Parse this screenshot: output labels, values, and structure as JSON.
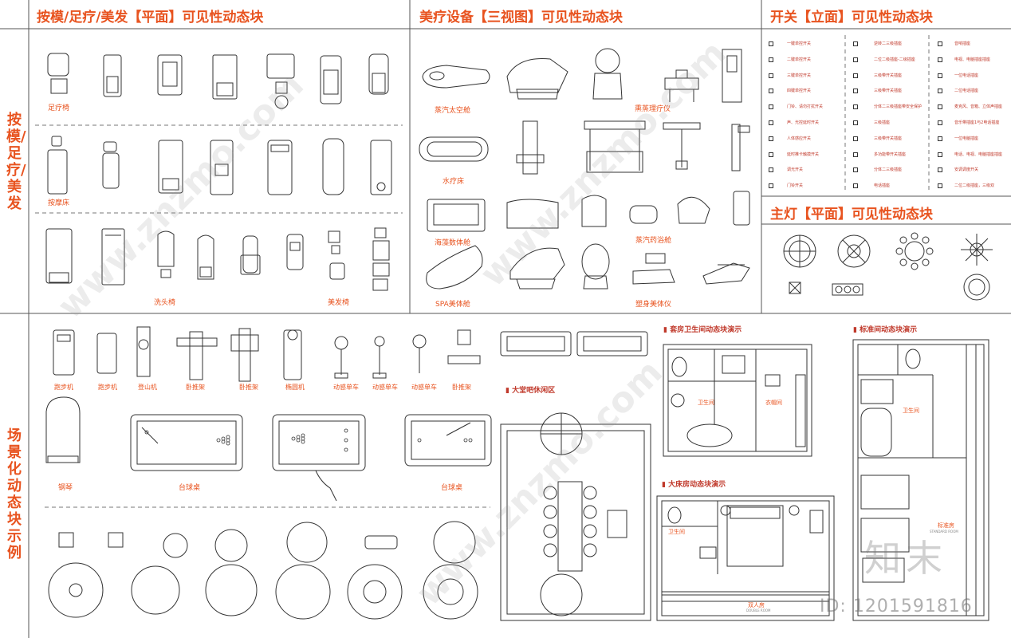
{
  "sections": {
    "massage": "按模/足疗/美发【平面】可见性动态块",
    "beauty": "美疗设备【三视图】可见性动态块",
    "switch": "开关【立面】可见性动态块",
    "light": "主灯【平面】可见性动态块",
    "side_top": "按模/足疗/美发",
    "side_bottom": "场景化动态块示例"
  },
  "massage_labels": {
    "foot_chair": "足疗椅",
    "massage_bed": "按摩床",
    "wash_chair": "洗头椅",
    "hair_chair": "美发椅"
  },
  "beauty_labels": {
    "steam_capsule": "蒸汽太空舱",
    "fumigation": "熏蒸理疗仪",
    "hydro_bed": "水疗床",
    "seaweed": "海藻数体舱",
    "steam_bath": "蒸汽药浴舱",
    "spa_capsule": "SPA美体舱",
    "body_shaper": "塑身美体仪"
  },
  "switch_labels": {
    "col1": [
      "一键单控开关",
      "二键单控开关",
      "三键单控开关",
      "四键单控开关",
      "门铃、请勿打扰开关",
      "声、光控延时开关",
      "人体感应开关",
      "延时推卡触摸开关",
      "调光开关",
      "门铃开关"
    ],
    "col2": [
      "逆转二三级插座",
      "二位二级插座-二级插座",
      "三级带开关插座",
      "三级带开关插座",
      "分体二三级插座带安全保护",
      "三级插座",
      "三级带开关插座",
      "多功能带开关插座",
      "分体二三级插座",
      "电话插座"
    ],
    "col3": [
      "音响插座",
      "电视、电脑插座插座",
      "一位电话插座",
      "二位电话插座",
      "麦克风、音箱、立体声插座",
      "音乐带插座1与2电话插座",
      "一位电脑插座",
      "电话、电视、电脑插座插座",
      "安调调度开关",
      "二位二级插座，三级双"
    ]
  },
  "gym_labels": [
    "跑步机",
    "跑步机",
    "登山机",
    "卧推架",
    "卧推架",
    "椭圆机",
    "动感单车",
    "动感单车",
    "动感单车",
    "卧推架"
  ],
  "scene_labels": {
    "piano": "钢琴",
    "billiard": "台球桌",
    "billiard2": "台球桌",
    "lobby": "大堂吧休闲区"
  },
  "plan_titles": {
    "suite": "套房卫生间动态块演示",
    "standard": "标准间动态块演示",
    "king": "大床房动态块演示"
  },
  "plan_labels": {
    "bathroom": "卫生间",
    "closet": "衣帽间",
    "bathroom2": "卫生间",
    "standard_room": "标准房",
    "bathroom3": "卫生间",
    "double_room": "双人房",
    "standard_room_en": "STANDARD ROOM",
    "double_room_en": "DOUBLE ROOM"
  },
  "watermark": {
    "brand": "知末",
    "id": "ID: 1201591816",
    "site": "www.znzmo.com"
  },
  "colors": {
    "accent": "#e8531f",
    "line": "#333333",
    "divider": "#555555"
  }
}
